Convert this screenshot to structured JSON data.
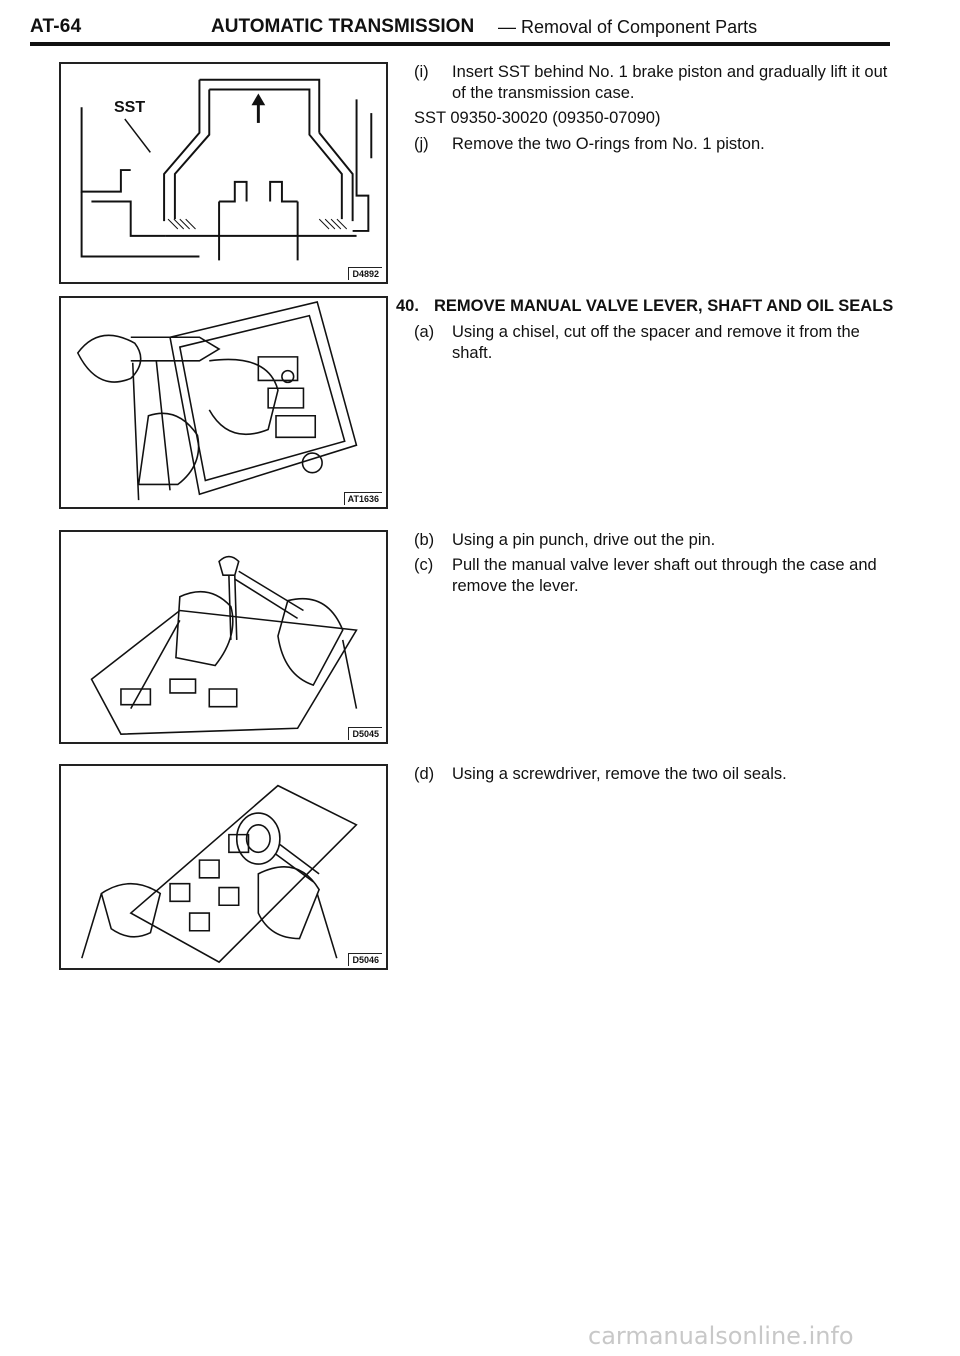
{
  "header": {
    "code": "AT-64",
    "section": "AUTOMATIC TRANSMISSION",
    "subsection": "— Removal of Component Parts"
  },
  "figures": [
    {
      "code": "D4892",
      "label": "SST"
    },
    {
      "code": "AT1636"
    },
    {
      "code": "D5045"
    },
    {
      "code": "D5046"
    }
  ],
  "steps": {
    "i": {
      "mark": "(i)",
      "text": "Insert SST behind No. 1 brake piston and gradually lift it out of the transmission case."
    },
    "sst": "SST 09350-30020 (09350-07090)",
    "j": {
      "mark": "(j)",
      "text": "Remove the two O-rings from No. 1 piston."
    },
    "s40": {
      "number": "40.",
      "title": "REMOVE MANUAL VALVE LEVER, SHAFT AND OIL SEALS"
    },
    "a": {
      "mark": "(a)",
      "text": "Using a chisel, cut off the spacer and remove it from the shaft."
    },
    "b": {
      "mark": "(b)",
      "text": "Using a pin punch, drive out the pin."
    },
    "c": {
      "mark": "(c)",
      "text": "Pull the manual valve lever shaft out through the case and remove the lever."
    },
    "d": {
      "mark": "(d)",
      "text": "Using a screwdriver, remove the two oil seals."
    }
  },
  "watermark": "carmanualsonline.info"
}
